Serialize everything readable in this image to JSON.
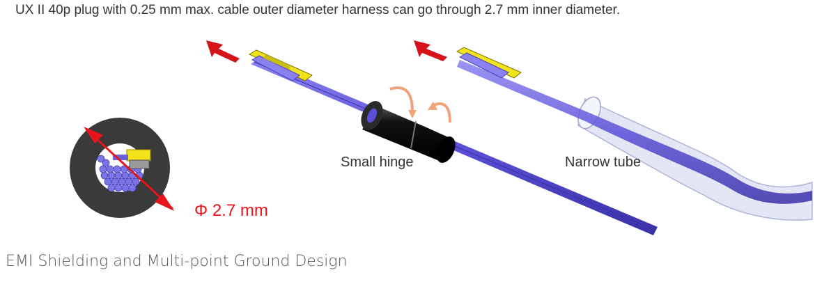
{
  "figure": {
    "caption": "UX II 40p plug with 0.25 mm max. cable outer diameter harness can go through 2.7 mm inner diameter.",
    "labels": {
      "small_hinge": "Small hinge",
      "narrow_tube": "Narrow tube",
      "diameter": "Φ 2.7 mm"
    },
    "colors": {
      "cable": "#5a4fd6",
      "cable_edge": "#3a31a8",
      "connector": "#f2e31a",
      "hinge": "#111111",
      "tube": "#d8dcf2",
      "ring": "#3a3a3a",
      "arrow": "#d4141a",
      "rotation_arrow": "#f0a27a"
    }
  },
  "section": {
    "heading": "EMI Shielding and Multi-point Ground Design"
  }
}
